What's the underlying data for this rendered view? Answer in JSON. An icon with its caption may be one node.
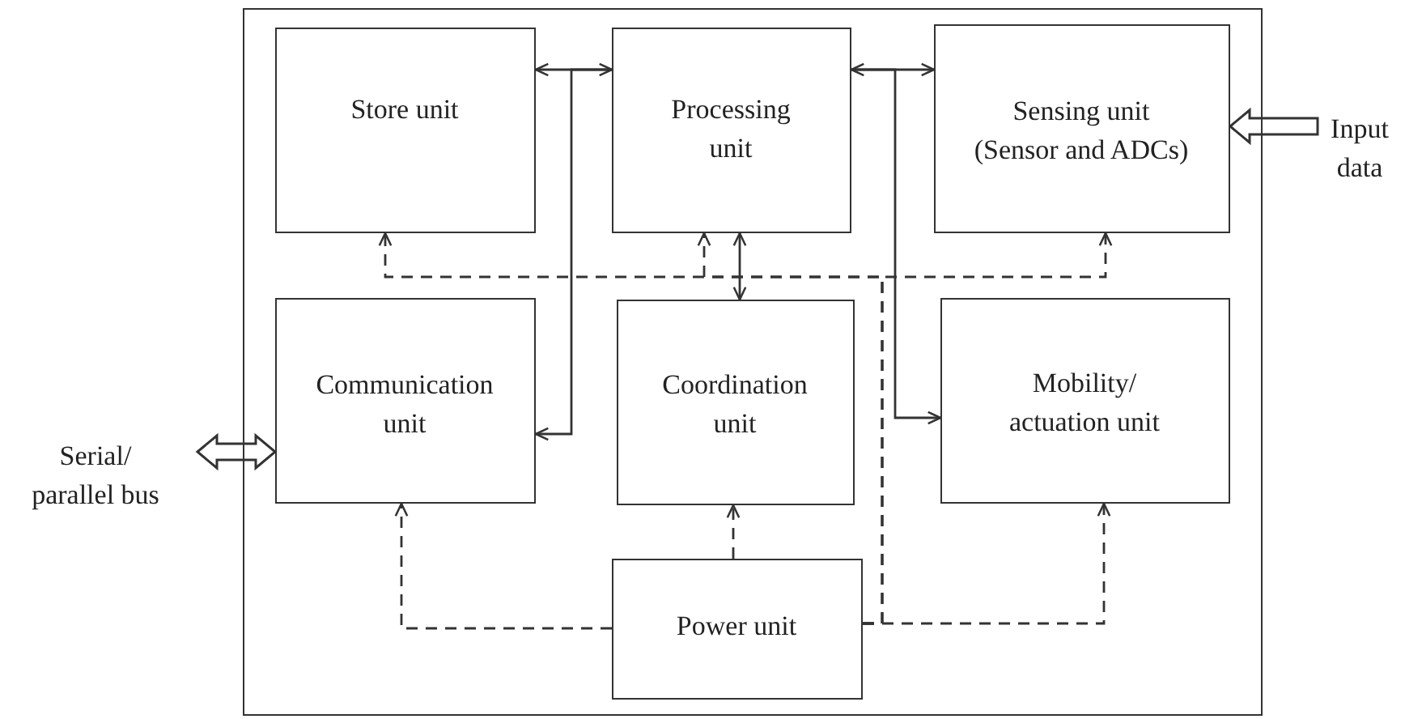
{
  "diagram": {
    "nodes": [
      {
        "text": [],
        "shape": "box"
      },
      {
        "text": [
          "Store unit"
        ],
        "in": 0
      },
      {
        "text": [
          "Processing unit"
        ],
        "in": 0
      },
      {
        "text": [
          "Sensing unit (Sensor and ADCs)"
        ],
        "in": 0
      },
      {
        "text": [
          "Communication unit"
        ],
        "in": 0
      },
      {
        "text": [
          "Coordination unit"
        ],
        "in": 0
      },
      {
        "text": [
          "Mobility/ actuation unit"
        ],
        "in": 0
      },
      {
        "text": [
          "Power unit"
        ],
        "in": 0
      },
      {
        "text": [
          "Serial/ parallel bus"
        ]
      },
      {
        "text": [
          "Input data"
        ]
      }
    ],
    "edges": [
      {
        "from": 1,
        "to": 2,
        "arrow": "both"
      },
      {
        "from": 2,
        "to": 4,
        "arrow": "to"
      },
      {
        "from": 2,
        "to": 3,
        "arrow": "both"
      },
      {
        "from": 2,
        "to": 6,
        "arrow": "to"
      },
      {
        "from": 2,
        "to": 5,
        "arrow": "both"
      },
      {
        "from": 7,
        "to": 1,
        "arrow": "to",
        "style": "dashed"
      },
      {
        "from": 7,
        "to": 2,
        "arrow": "to",
        "style": "dashed"
      },
      {
        "from": 7,
        "to": 3,
        "arrow": "to",
        "style": "dashed"
      },
      {
        "from": 7,
        "to": 4,
        "arrow": "to",
        "style": "dashed"
      },
      {
        "from": 7,
        "to": 5,
        "arrow": "to",
        "style": "dashed"
      },
      {
        "from": 7,
        "to": 6,
        "arrow": "to",
        "style": "dashed"
      },
      {
        "from": 8,
        "to": 4,
        "arrow": "both",
        "style": "thick"
      },
      {
        "from": 9,
        "to": 3,
        "arrow": "to",
        "style": "thick"
      }
    ]
  }
}
